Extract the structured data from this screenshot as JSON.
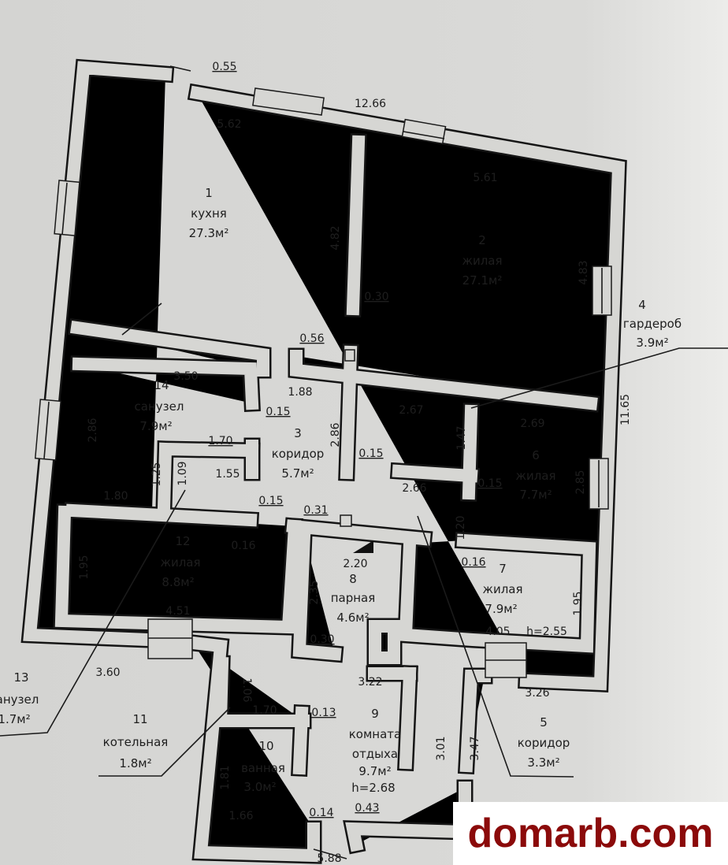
{
  "rooms": [
    {
      "num": "1",
      "name": "кухня",
      "area": "27.3м²"
    },
    {
      "num": "2",
      "name": "жилая",
      "area": "27.1м²"
    },
    {
      "num": "3",
      "name": "коридор",
      "area": "5.7м²"
    },
    {
      "num": "4",
      "name": "гардероб",
      "area": "3.9м²"
    },
    {
      "num": "5",
      "name": "коридор",
      "area": "3.3м²"
    },
    {
      "num": "6",
      "name": "жилая",
      "area": "7.7м²"
    },
    {
      "num": "7",
      "name": "жилая",
      "area": "7.9м²",
      "height": "h=2.55"
    },
    {
      "num": "8",
      "name": "парная",
      "area": "4.6м²"
    },
    {
      "num": "9",
      "name": "комната",
      "name2": "отдыха",
      "area": "9.7м²",
      "height": "h=2.68"
    },
    {
      "num": "10",
      "name": "ванная",
      "area": "3.0м²"
    },
    {
      "num": "11",
      "name": "котельная",
      "area": "1.8м²"
    },
    {
      "num": "12",
      "name": "жилая",
      "area": "8.8м²"
    },
    {
      "num": "13",
      "name": "анузел",
      "area": "1.7м²"
    },
    {
      "num": "14",
      "name": "санузел",
      "area": "7.9м²"
    }
  ],
  "dims": [
    "0.55",
    "5.62",
    "12.66",
    "5.61",
    "4.82",
    "0.30",
    "4.83",
    "0.56",
    "3.50",
    "1.88",
    "0.15",
    "2.67",
    "2.69",
    "11.65",
    "2.86",
    "1.70",
    "1.47",
    "2.86",
    "0.15",
    "1.25",
    "1.09",
    "1.55",
    "2.66",
    "0.15",
    "2.85",
    "1.80",
    "0.15",
    "0.31",
    "1.20",
    "0.16",
    "0.16",
    "2.20",
    "1.95",
    "2.35",
    "1.95",
    "4.51",
    "4.05",
    "0.30",
    "3.60",
    "3.22",
    "3.26",
    "1.06",
    "1.70",
    "0.13",
    "3.01",
    "3.47",
    "1.81",
    "1.66",
    "0.14",
    "0.43",
    "5.88"
  ],
  "watermark": "domarb.com"
}
